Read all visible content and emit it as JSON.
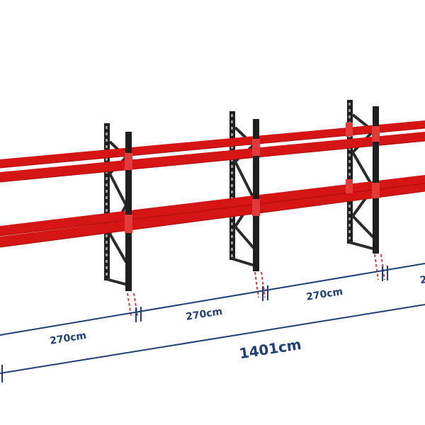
{
  "dimensions": {
    "bays": [
      "270cm",
      "270cm",
      "270cm",
      "2"
    ],
    "total": "1401cm"
  },
  "colors": {
    "beam": "#d51414",
    "beam_dark": "#a80d0d",
    "frame": "#1f1f1f",
    "dimension": "#1e3f7a",
    "connector": "#e23a3a"
  }
}
